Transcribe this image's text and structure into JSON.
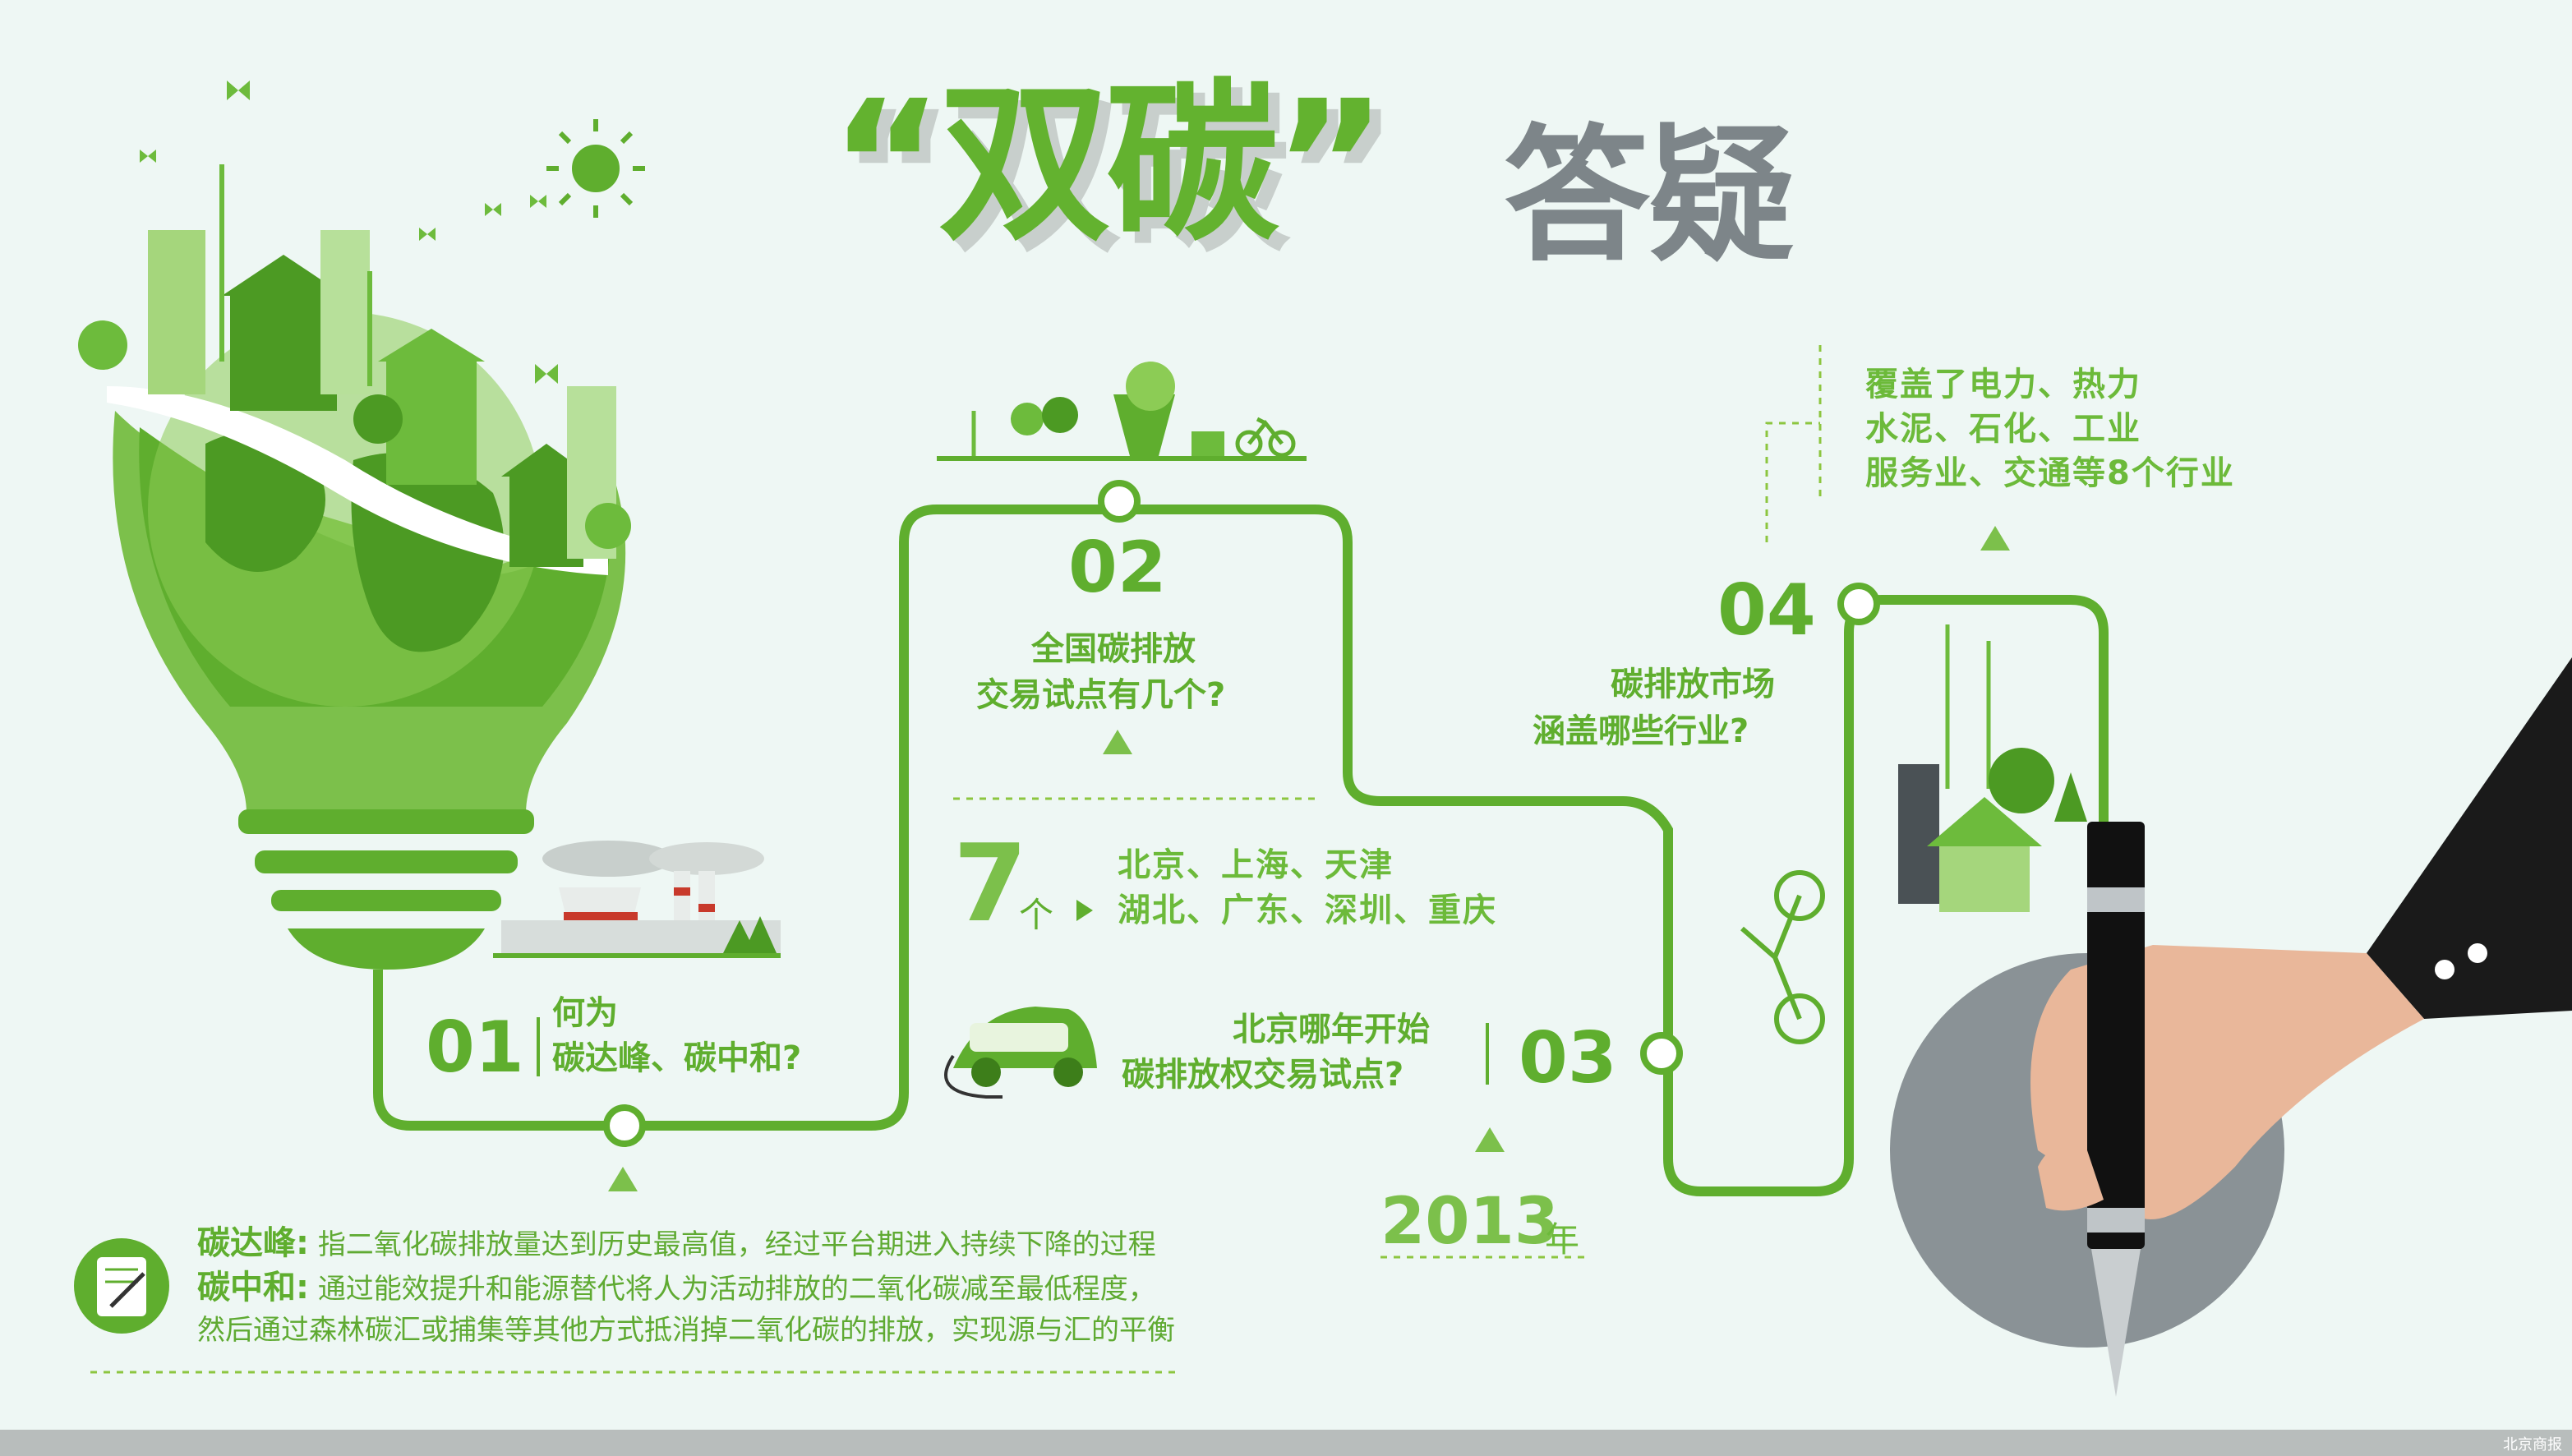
{
  "title": {
    "quoted": "“双碳”",
    "rest": "答疑"
  },
  "steps": [
    {
      "num": "01",
      "q1": "何为",
      "q2": "碳达峰、碳中和?"
    },
    {
      "num": "02",
      "q1": "全国碳排放",
      "q2": "交易试点有几个?",
      "answer_num": "7",
      "answer_unit": "个",
      "a1": "北京、上海、天津",
      "a2": "湖北、广东、深圳、重庆"
    },
    {
      "num": "03",
      "q1": "北京哪年开始",
      "q2": "碳排放权交易试点?",
      "answer": "2013",
      "answer_unit": "年"
    },
    {
      "num": "04",
      "q1": "碳排放市场",
      "q2": "涵盖哪些行业?",
      "a1": "覆盖了电力、热力",
      "a2": "水泥、石化、工业",
      "a3": "服务业、交通等8个行业"
    }
  ],
  "glossary": {
    "peak_term": "碳达峰:",
    "peak_def": "指二氧化碳排放量达到历史最高值，经过平台期进入持续下降的过程",
    "neutral_term": "碳中和:",
    "neutral_def1": "通过能效提升和能源替代将人为活动排放的二氧化碳减至最低程度，",
    "neutral_def2": "然后通过森林碳汇或捕集等其他方式抵消掉二氧化碳的排放，实现源与汇的平衡"
  },
  "credit": "北京商报",
  "colors": {
    "green": "#5fae2e",
    "light_green": "#8cc63f",
    "gray": "#7d8589",
    "background": "#eef7f4"
  },
  "icons": [
    "lightbulb-earth-icon",
    "sun-icon",
    "butterfly-icon",
    "factory-icon",
    "wind-turbine-icon",
    "electric-car-icon",
    "bicycle-icon",
    "house-icon",
    "hand-pen-icon",
    "notepad-icon"
  ]
}
